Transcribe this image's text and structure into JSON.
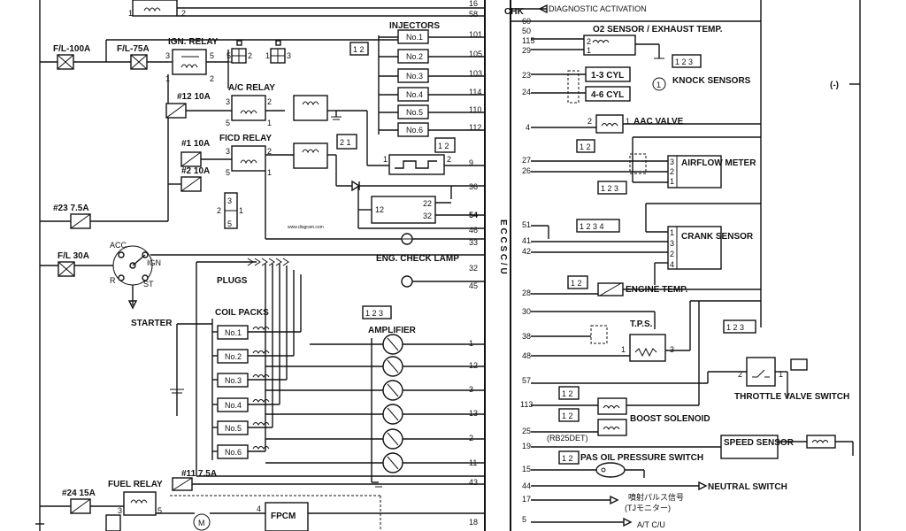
{
  "left": {
    "fuse_100a": "F/L-100A",
    "fuse_75a": "F/L-75A",
    "ign_relay": "IGN. RELAY",
    "ac_relay": "A/C RELAY",
    "fuse_12": "#12 10A",
    "ficd_relay": "FICD RELAY",
    "fuse_1": "#1 10A",
    "fuse_2": "#2 10A",
    "fuse_23": "#23 7.5A",
    "fuse_30a": "F/L 30A",
    "acc": "ACC",
    "ign": "IGN",
    "starter": "STARTER",
    "plugs": "PLUGS",
    "coil_packs": "COIL PACKS",
    "coils": [
      "No.1",
      "No.2",
      "No.3",
      "No.4",
      "No.5",
      "No.6"
    ],
    "fuse_11": "#11 7.5A",
    "fuse_24": "#24 15A",
    "fuel_relay": "FUEL RELAY",
    "fpcm": "FPCM",
    "motor": "M",
    "injectors": "INJECTORS",
    "injector_items": [
      "No.1",
      "No.2",
      "No.3",
      "No.4",
      "No.5",
      "No.6"
    ],
    "eng_check_lamp": "ENG. CHECK LAMP",
    "amplifier": "AMPLIFIER",
    "pins_inner": [
      "22",
      "32"
    ],
    "pin_12": "12"
  },
  "ecu": {
    "label": "E C C S  C / U",
    "pins_left": [
      "16",
      "58",
      "101",
      "105",
      "103",
      "114",
      "110",
      "112",
      "9",
      "36",
      "54",
      "46",
      "33",
      "32",
      "45",
      "1",
      "12",
      "3",
      "13",
      "2",
      "11",
      "43",
      "18"
    ],
    "pins_right": [
      "60",
      "50",
      "115",
      "29",
      "23",
      "24",
      "4",
      "27",
      "26",
      "51",
      "41",
      "42",
      "28",
      "30",
      "38",
      "48",
      "57",
      "113",
      "25",
      "19",
      "15",
      "44",
      "17",
      "5"
    ]
  },
  "right": {
    "chk": "CHK",
    "diagnostic": "DIAGNOSTIC ACTIVATION",
    "o2_sensor": "O2 SENSOR / EXHAUST TEMP.",
    "cyl_13": "1-3 CYL",
    "cyl_46": "4-6 CYL",
    "knock": "KNOCK SENSORS",
    "aac_valve": "AAC VALVE",
    "airflow_meter": "AIRFLOW METER",
    "crank_sensor": "CRANK SENSOR",
    "engine_temp": "ENGINE TEMP.",
    "tps": "T.P.S.",
    "throttle_switch": "THROTTLE VALVE SWITCH",
    "boost_solenoid": "BOOST SOLENOID",
    "rb": "(RB25DET)",
    "speed_sensor": "SPEED SENSOR",
    "pas_oil": "PAS OIL PRESSURE SWITCH",
    "neutral": "NEUTRAL SWITCH",
    "jp_signal": "噴射パルス信号",
    "jp_monitor": "(TJモニター)",
    "at_cu": "A/T C/U",
    "neg": "(-)"
  },
  "connectors": {
    "c12": "1 2",
    "c123": "1 2 3",
    "c1234": "1 2 3 4",
    "c21": "2 1"
  }
}
